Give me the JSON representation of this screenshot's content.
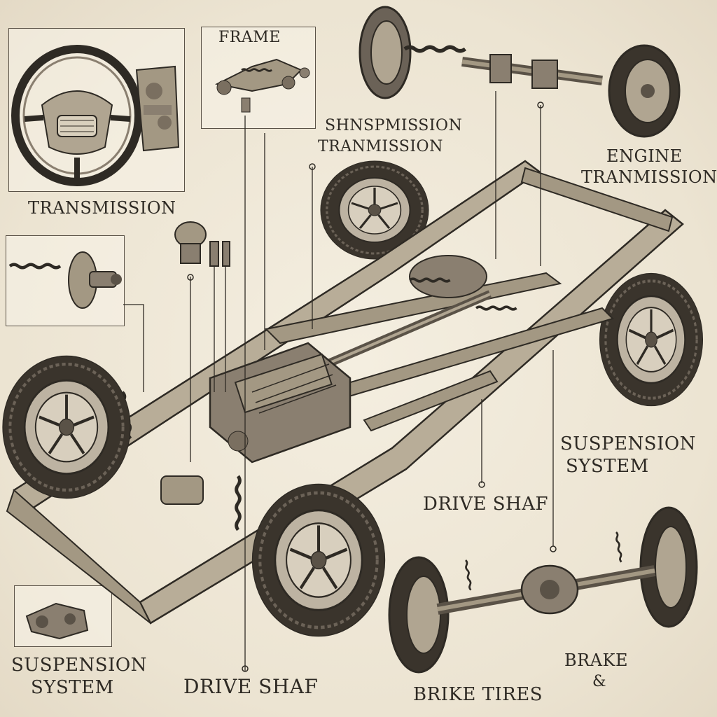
{
  "labels": {
    "frame": "FRAME",
    "suspension_transmission_1": "SHNSPMISSION",
    "suspension_transmission_2": "TRANMISSION",
    "engine_1": "ENGINE",
    "engine_2": "TRANMISSION",
    "transmission": "TRANSMISSION",
    "suspension_right_1": "SUSPENSION",
    "suspension_right_2": "SYSTEM",
    "drive_shaft_right": "DRIVE SHAF",
    "suspension_bottom_1": "SUSPENSION",
    "suspension_bottom_2": "SYSTEM",
    "drive_shaft_bottom": "DRIVE SHAF",
    "brake": "BRAKE",
    "ampersand": "&",
    "brike_tires": "BRIKE TIRES"
  },
  "colors": {
    "ink": "#2e2a24",
    "paper": "#efe8d8",
    "metal": "#8a7f70",
    "rubber": "#3a342c"
  }
}
